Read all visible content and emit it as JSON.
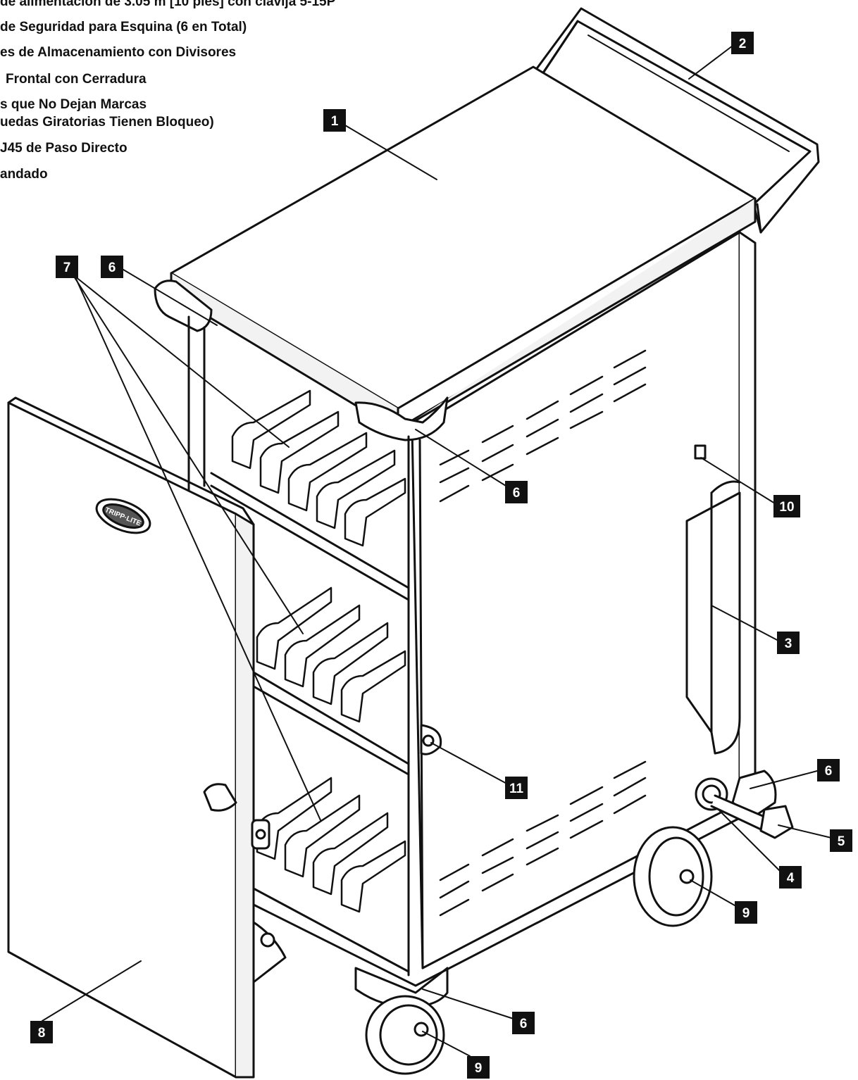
{
  "legend": [
    "de alimentación de 3.05 m [10 pies] con clavija 5-15P",
    "de Seguridad para Esquina (6 en Total)",
    "es de Almacenamiento con Divisores",
    "Frontal con Cerradura",
    "s que No Dejan Marcas",
    "uedas Giratorias Tienen Bloqueo)",
    "J45 de Paso Directo",
    "andado"
  ],
  "callouts": [
    "1",
    "2",
    "3",
    "4",
    "5",
    "6",
    "6",
    "6",
    "6",
    "7",
    "8",
    "9",
    "9",
    "10",
    "11"
  ],
  "logo_text": "TRIPP·LITE",
  "colors": {
    "line": "#111111",
    "callout_bg": "#111111",
    "callout_fg": "#ffffff",
    "panel": "#ffffff",
    "shade": "#dcdcdc"
  }
}
